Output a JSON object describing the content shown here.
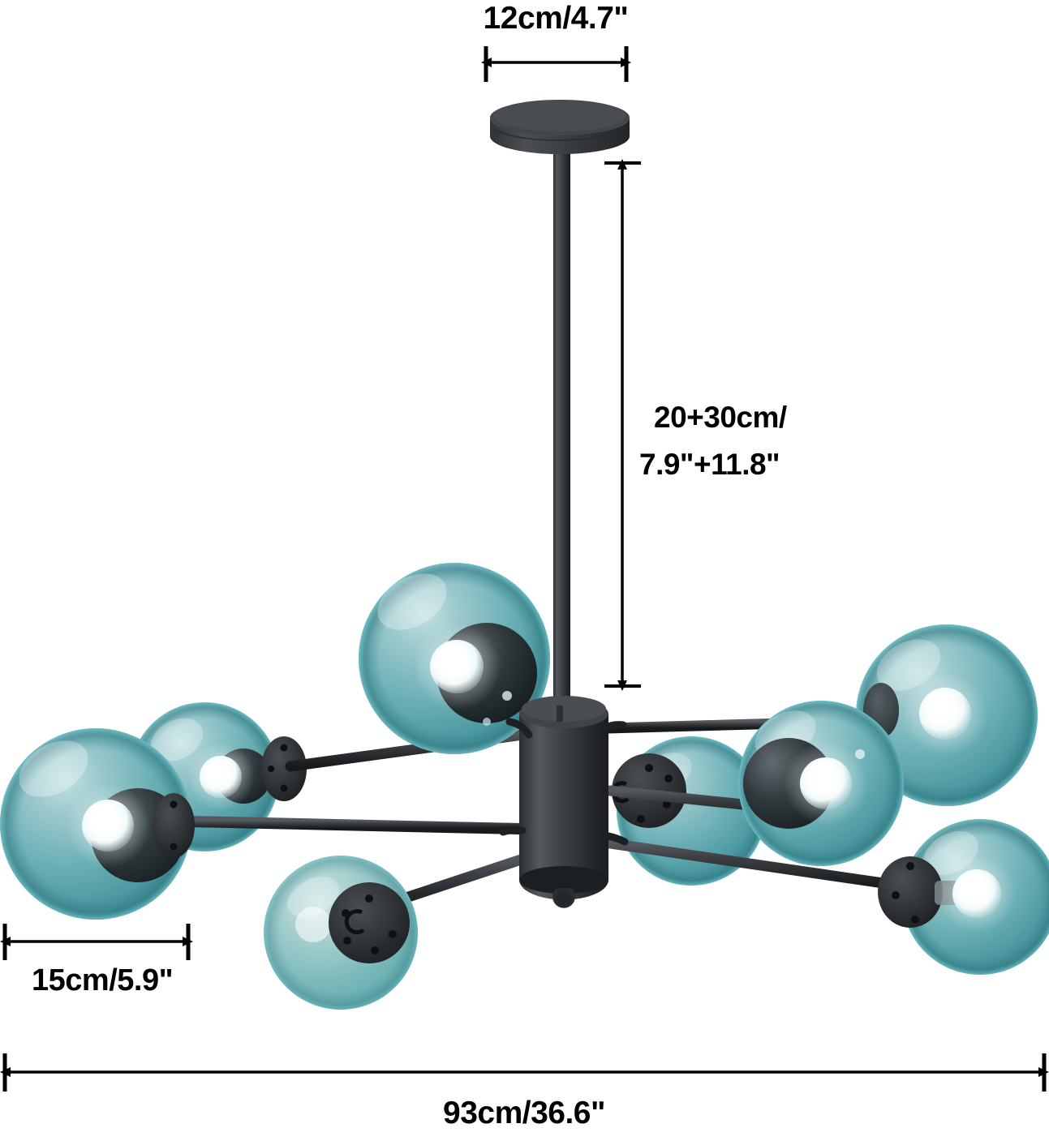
{
  "product": {
    "name": "8-light teal glass globe sputnik chandelier",
    "finish_color": "#35383b",
    "glass_color": "#63aab0",
    "glass_highlight": "#a9cfd2",
    "glass_deep": "#3e8b93",
    "bulb_color": "#ffffff",
    "background": "#ffffff",
    "line_color": "#000000"
  },
  "dimensions": {
    "canopy_width": {
      "label": "12cm/4.7\"",
      "orientation": "horizontal",
      "position": "top"
    },
    "drop_height": {
      "label_line1": "20+30cm/",
      "label_line2": "7.9\"+11.8\"",
      "orientation": "vertical",
      "position": "right"
    },
    "globe_diameter": {
      "label": "15cm/5.9\"",
      "orientation": "horizontal",
      "position": "bottom-left"
    },
    "overall_width": {
      "label": "93cm/36.6\"",
      "orientation": "horizontal",
      "position": "bottom"
    }
  }
}
